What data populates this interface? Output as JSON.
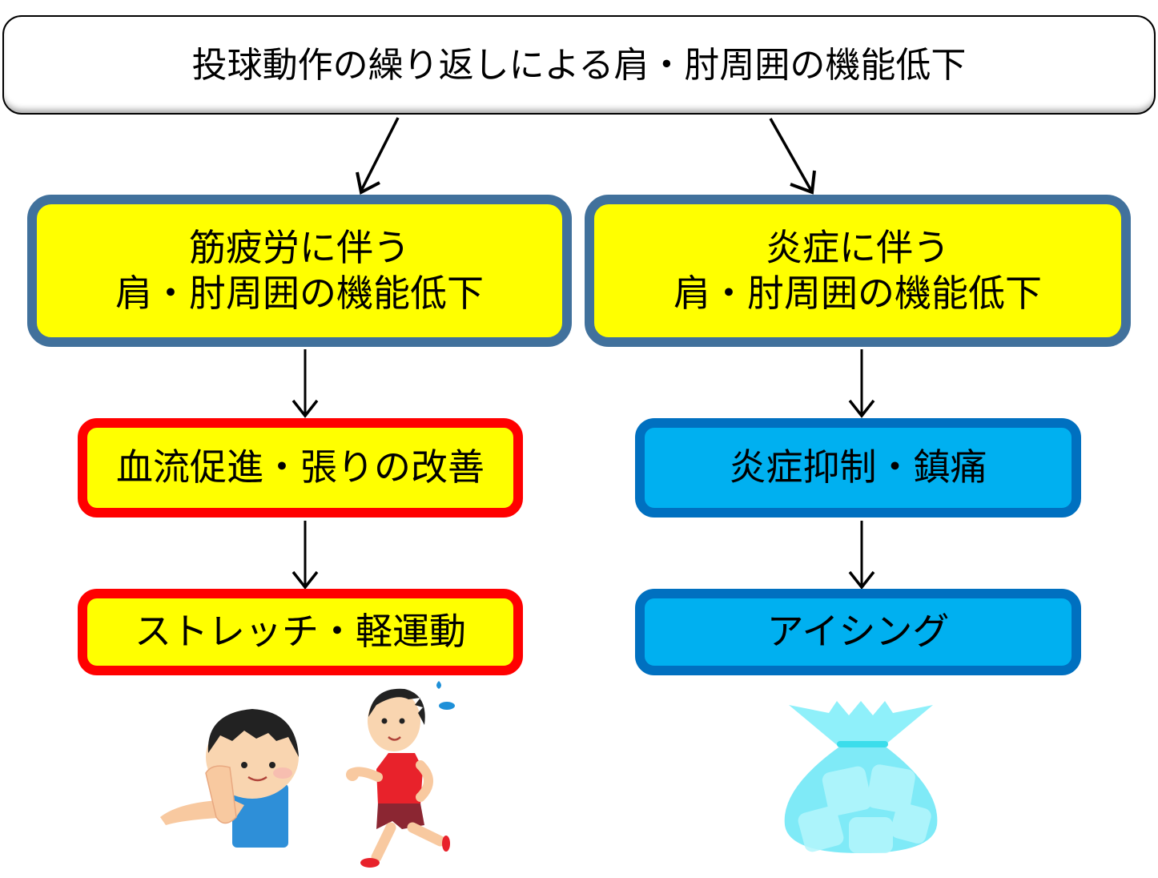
{
  "top": {
    "label": "投球動作の繰り返しによる肩・肘周囲の機能低下"
  },
  "left": {
    "cause": {
      "line1": "筋疲労に伴う",
      "line2": "肩・肘周囲の機能低下"
    },
    "goal": "血流促進・張りの改善",
    "treatment": "ストレッチ・軽運動",
    "illustrations": [
      "stretching-boy",
      "running-boy"
    ]
  },
  "right": {
    "cause": {
      "line1": "炎症に伴う",
      "line2": "肩・肘周囲の機能低下"
    },
    "goal": "炎症抑制・鎮痛",
    "treatment": "アイシング",
    "illustrations": [
      "ice-bag"
    ]
  },
  "colors": {
    "cause_border": "#41719C",
    "cause_fill": "#FFFF00",
    "left_border": "#FF0000",
    "left_fill": "#FFFF00",
    "right_border": "#0070C0",
    "right_fill": "#00B0F0"
  }
}
